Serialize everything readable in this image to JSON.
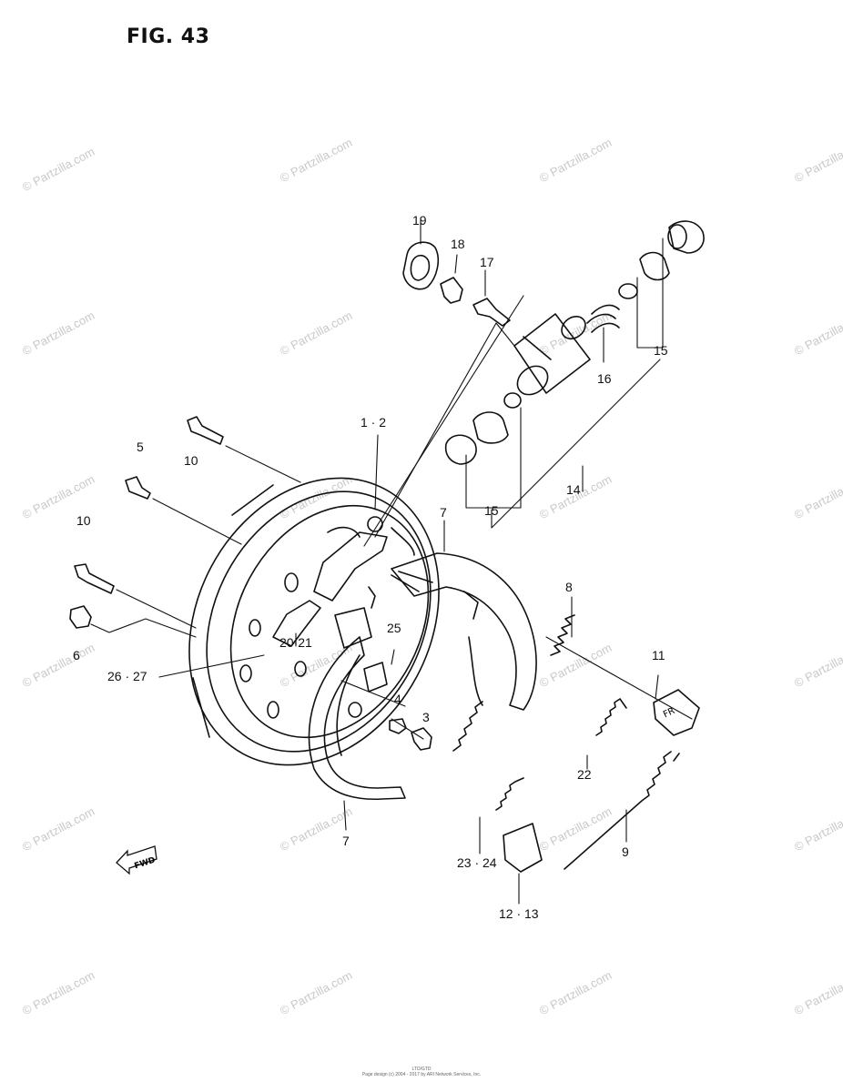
{
  "figure": {
    "title": "FIG. 43"
  },
  "watermark": {
    "text": "© Partzilla.com"
  },
  "callouts": {
    "c1_2": "1 · 2",
    "c3": "3",
    "c4": "4",
    "c5": "5",
    "c6": "6",
    "c7a": "7",
    "c7b": "7",
    "c8": "8",
    "c9": "9",
    "c10a": "10",
    "c10b": "10",
    "c11": "11",
    "c12_13": "12 · 13",
    "c14": "14",
    "c15a": "15",
    "c15b": "15",
    "c16": "16",
    "c17": "17",
    "c18": "18",
    "c19": "19",
    "c20_21": "20·21",
    "c22": "22",
    "c23_24": "23 · 24",
    "c25": "25",
    "c26_27": "26 · 27"
  },
  "fwd_marker": {
    "text": "FWD"
  },
  "clip_mark": {
    "text": "FR"
  },
  "footer": {
    "line1": "LTD/GTD",
    "line2": "Page design (c) 2004 - 2017 by ARI Network Services, Inc."
  }
}
